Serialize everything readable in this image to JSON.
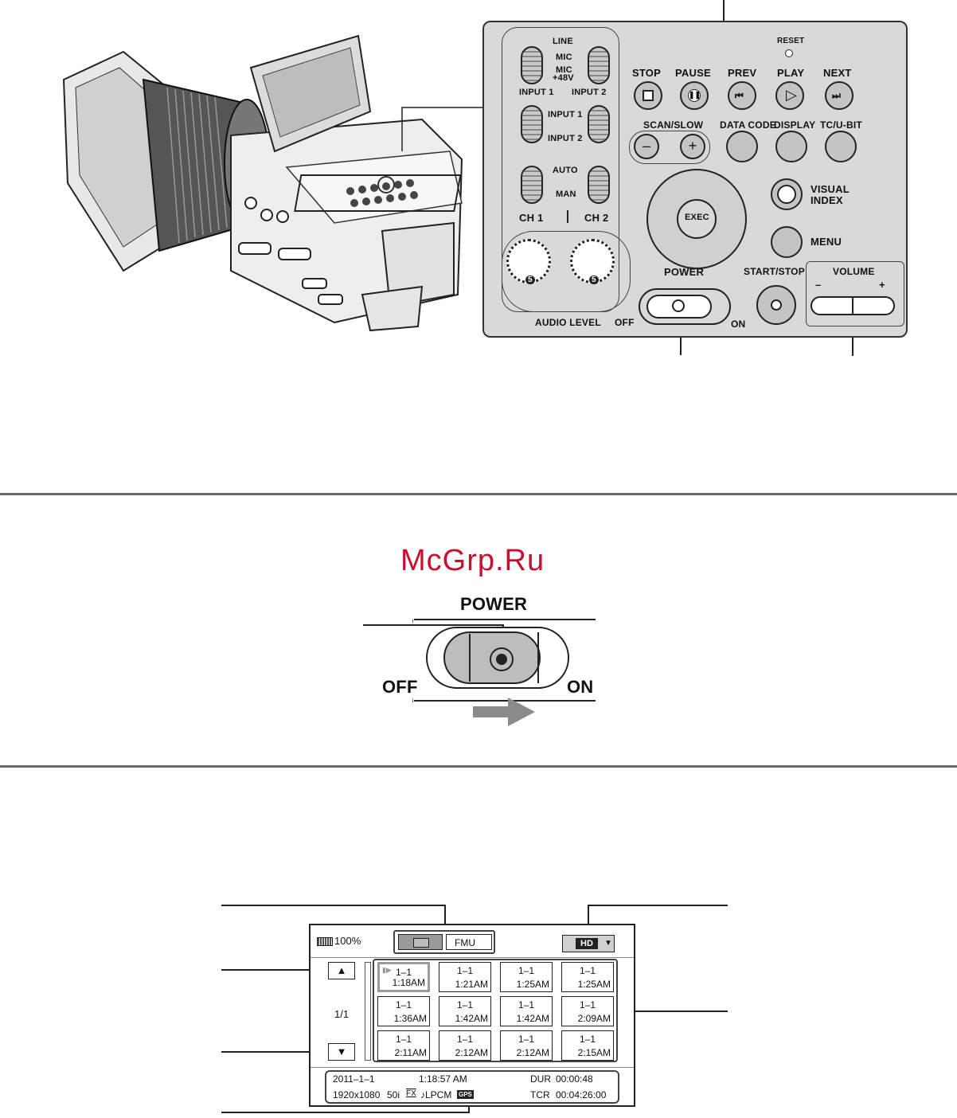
{
  "watermark": "McGrp.Ru",
  "panel": {
    "input_line": "LINE",
    "input_mic": "MIC",
    "input_mic48": "MIC",
    "input_48v": "+48V",
    "input1": "INPUT 1",
    "input2": "INPUT 2",
    "route_input1": "INPUT 1",
    "route_input2": "INPUT 2",
    "auto": "AUTO",
    "man": "MAN",
    "ch1": "CH 1",
    "ch2": "CH 2",
    "audio_level": "AUDIO LEVEL",
    "off": "OFF",
    "on": "ON",
    "power": "POWER",
    "start_stop": "START/STOP",
    "volume": "VOLUME",
    "vol_minus": "–",
    "vol_plus": "+",
    "reset": "RESET",
    "stop": "STOP",
    "pause": "PAUSE",
    "prev": "PREV",
    "play": "PLAY",
    "next": "NEXT",
    "scan_slow": "SCAN/SLOW",
    "data_code": "DATA CODE",
    "display": "DISPLAY",
    "tc_ubit": "TC/U-BIT",
    "exec": "EXEC",
    "visual": "VISUAL",
    "index": "INDEX",
    "menu": "MENU",
    "dial_mark": "5"
  },
  "switch": {
    "power": "POWER",
    "off": "OFF",
    "on": "ON"
  },
  "screen": {
    "battery": "100%",
    "tab_fmu": "FMU",
    "quality": "HD",
    "page": "1/1",
    "up": "▲",
    "down": "▼",
    "thumbs": [
      {
        "title": "1–1",
        "time": "1:18AM"
      },
      {
        "title": "1–1",
        "time": "1:21AM"
      },
      {
        "title": "1–1",
        "time": "1:25AM"
      },
      {
        "title": "1–1",
        "time": "1:25AM"
      },
      {
        "title": "1–1",
        "time": "1:36AM"
      },
      {
        "title": "1–1",
        "time": "1:42AM"
      },
      {
        "title": "1–1",
        "time": "1:42AM"
      },
      {
        "title": "1–1",
        "time": "2:09AM"
      },
      {
        "title": "1–1",
        "time": "2:11AM"
      },
      {
        "title": "1–1",
        "time": "2:12AM"
      },
      {
        "title": "1–1",
        "time": "2:12AM"
      },
      {
        "title": "1–1",
        "time": "2:15AM"
      }
    ],
    "info": {
      "date": "2011–1–1",
      "time": "1:18:57 AM",
      "dur_label": "DUR",
      "dur": "00:00:48",
      "resolution": "1920x1080",
      "rate": "50i",
      "fx": "FX",
      "audio": "♪LPCM",
      "gps": "GPS",
      "tcr_label": "TCR",
      "tcr": "00:04:26:00"
    }
  }
}
